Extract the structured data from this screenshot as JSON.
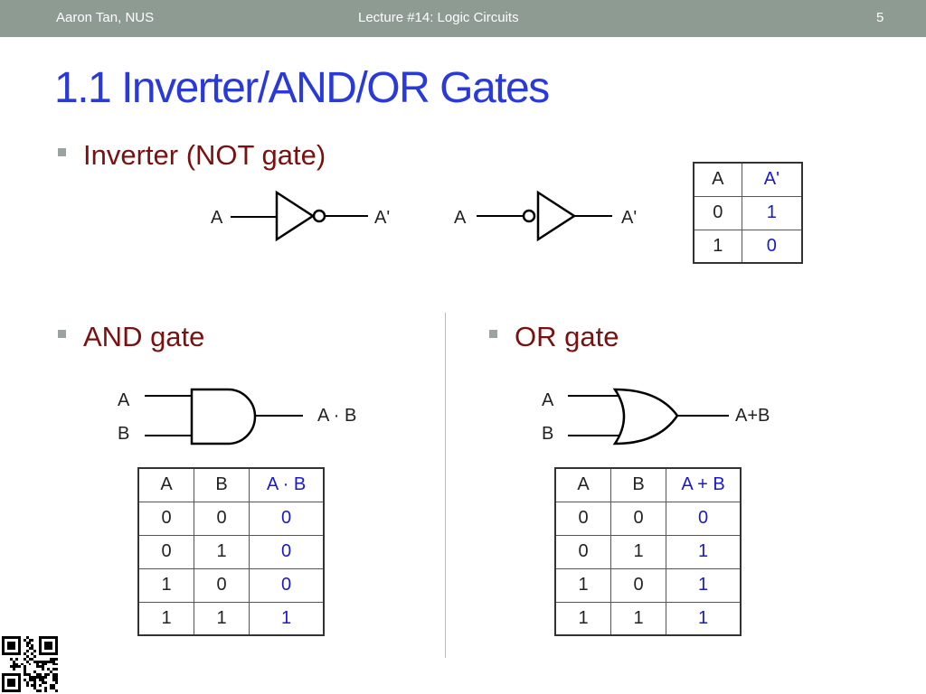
{
  "header": {
    "author": "Aaron Tan, NUS",
    "lecture": "Lecture #14: Logic Circuits",
    "page_number": "5"
  },
  "title": "1.1 Inverter/AND/OR Gates",
  "inverter": {
    "bullet": "Inverter (NOT gate)",
    "gate1": {
      "input": "A",
      "output": "A'"
    },
    "gate2": {
      "input": "A",
      "output": "A'"
    },
    "table": {
      "headers": [
        "A",
        "A'"
      ],
      "rows": [
        [
          "0",
          "1"
        ],
        [
          "1",
          "0"
        ]
      ]
    }
  },
  "and_gate": {
    "bullet": "AND gate",
    "input_a": "A",
    "input_b": "B",
    "output": "A · B",
    "table": {
      "headers": [
        "A",
        "B",
        "A · B"
      ],
      "rows": [
        [
          "0",
          "0",
          "0"
        ],
        [
          "0",
          "1",
          "0"
        ],
        [
          "1",
          "0",
          "0"
        ],
        [
          "1",
          "1",
          "1"
        ]
      ]
    }
  },
  "or_gate": {
    "bullet": "OR gate",
    "input_a": "A",
    "input_b": "B",
    "output": "A+B",
    "table": {
      "headers": [
        "A",
        "B",
        "A + B"
      ],
      "rows": [
        [
          "0",
          "0",
          "0"
        ],
        [
          "0",
          "1",
          "1"
        ],
        [
          "1",
          "0",
          "1"
        ],
        [
          "1",
          "1",
          "1"
        ]
      ]
    }
  },
  "colors": {
    "header_bar": "#8d9b92",
    "title": "#2a3ad8",
    "bullet_text": "#7a1010",
    "output_values": "#1a1ac8"
  }
}
